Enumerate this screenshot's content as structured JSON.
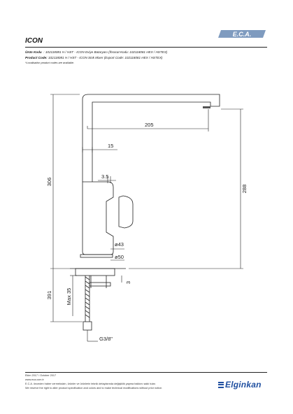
{
  "header": {
    "brand_logo": "E.C.A.",
    "title": "ICON"
  },
  "info": {
    "tr_label": "Ürün Kodu",
    "tr_value": ": 102118081 H / HST - ICON Eviye Bataryası (İhracat Kodu: 102118081 HEX / HSTEX)",
    "en_label": "Product Code:",
    "en_value": "102118081 H / HST - ICON Sink Mixer (Export Code: 102118081 HEX / HSTEX)",
    "note": "*Localisation product codes are available."
  },
  "dimensions": {
    "d205": "205",
    "d15": "15",
    "d3_5": "3.5",
    "d306": "306",
    "d288": "288",
    "d43": "ø43",
    "d50": "ø50",
    "d391": "391",
    "dmax35": "Max 35",
    "d3": "3",
    "thread": "G3/8\""
  },
  "footer": {
    "date": "Ekim 2017 / October 2017",
    "url": "www.eca.com.tr",
    "tr_disclaimer": "E.C.A. önceden haber vermeksizin, ürünler ve ürünlerin teknik detaylarında değişiklik yapma hakkını saklı tutar.",
    "en_disclaimer": "We reserve the right to alter product specification and colors and to make technical modifications without prior notice.",
    "company_logo": "Elginkan"
  }
}
